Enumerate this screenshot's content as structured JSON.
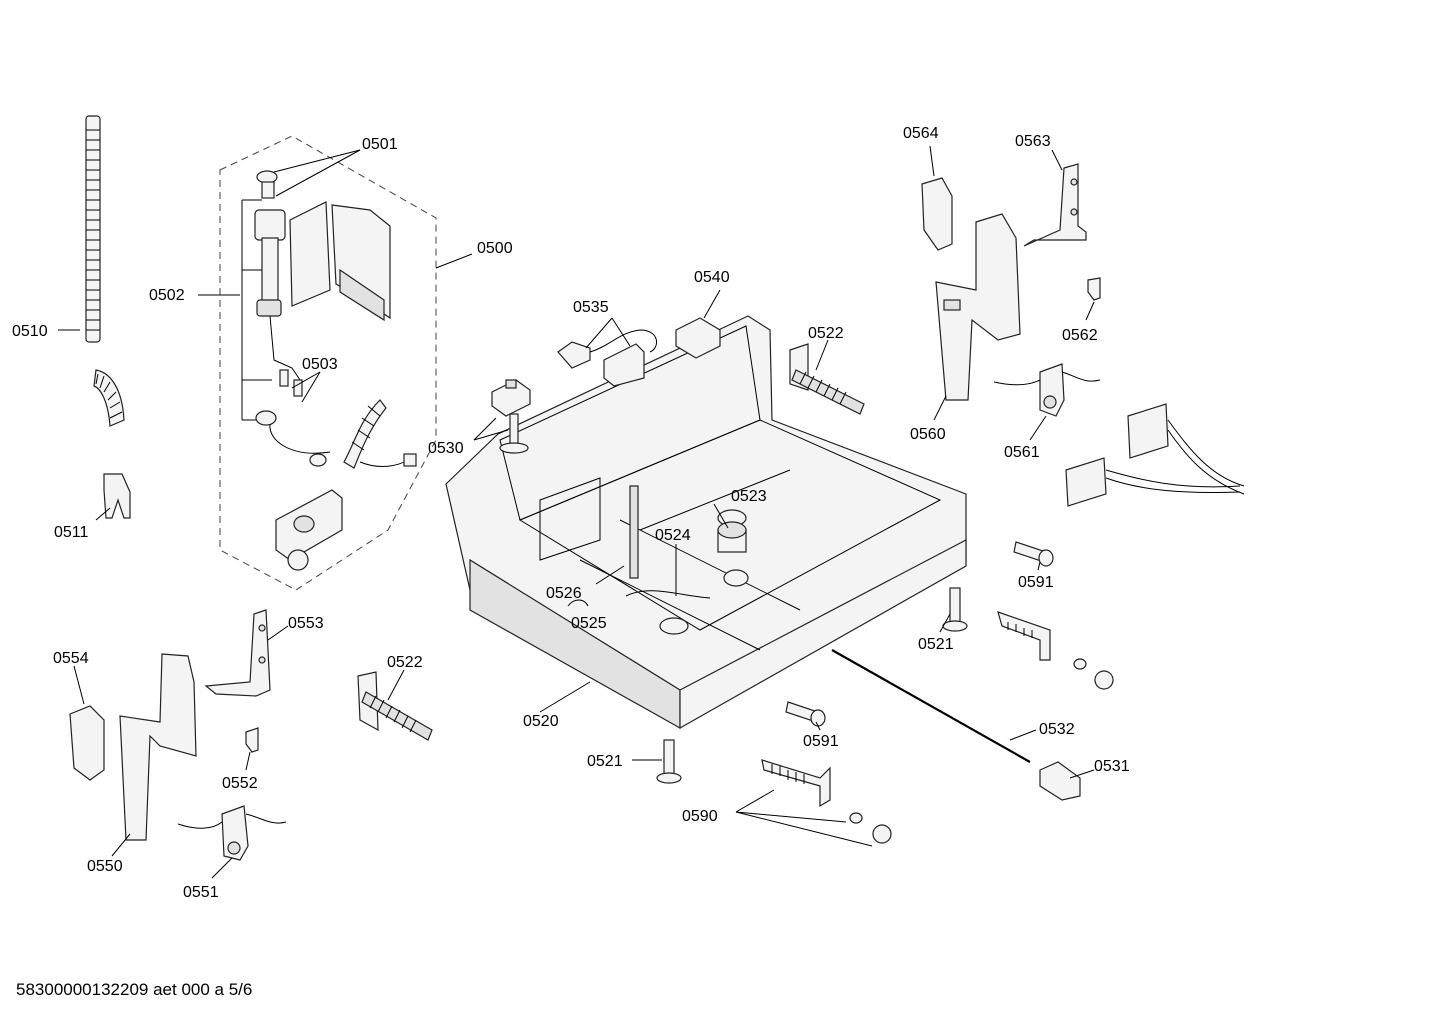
{
  "diagram": {
    "labels": {
      "p0500": "0500",
      "p0501": "0501",
      "p0502": "0502",
      "p0503": "0503",
      "p0510": "0510",
      "p0511": "0511",
      "p0520": "0520",
      "p0521a": "0521",
      "p0521b": "0521",
      "p0522a": "0522",
      "p0522b": "0522",
      "p0523": "0523",
      "p0524": "0524",
      "p0525": "0525",
      "p0526": "0526",
      "p0530": "0530",
      "p0531": "0531",
      "p0532": "0532",
      "p0535": "0535",
      "p0540": "0540",
      "p0550": "0550",
      "p0551": "0551",
      "p0552": "0552",
      "p0553": "0553",
      "p0554": "0554",
      "p0560": "0560",
      "p0561": "0561",
      "p0562": "0562",
      "p0563": "0563",
      "p0564": "0564",
      "p0590": "0590",
      "p0591a": "0591",
      "p0591b": "0591"
    }
  },
  "footer": {
    "code": "58300000132209 aet 000 a 5/6"
  }
}
